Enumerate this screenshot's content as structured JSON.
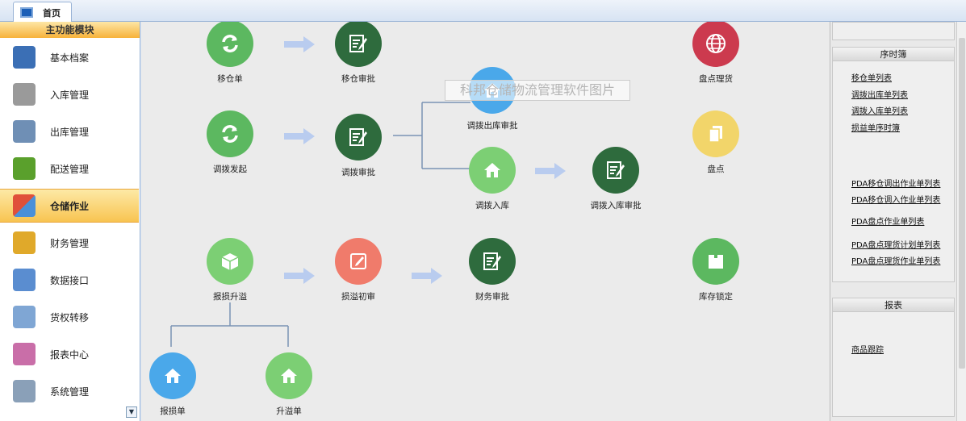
{
  "tabs": [
    {
      "label": "首页"
    }
  ],
  "sidebar": {
    "title": "主功能模块",
    "items": [
      {
        "label": "基本档案",
        "icon": "archive-icon",
        "color": "#3b6fb5"
      },
      {
        "label": "入库管理",
        "icon": "cart-add-icon",
        "color": "#8a8a8a"
      },
      {
        "label": "出库管理",
        "icon": "calculator-icon",
        "color": "#6f8fb5"
      },
      {
        "label": "配送管理",
        "icon": "fork-icon",
        "color": "#5aa02c"
      },
      {
        "label": "仓储作业",
        "icon": "grid-blocks-icon",
        "color": "#e0503a"
      },
      {
        "label": "财务管理",
        "icon": "coins-icon",
        "color": "#e0a92a"
      },
      {
        "label": "数据接口",
        "icon": "calendar-icon",
        "color": "#5a8dd0"
      },
      {
        "label": "货权转移",
        "icon": "table-icon",
        "color": "#7fa6d4"
      },
      {
        "label": "报表中心",
        "icon": "chart-icon",
        "color": "#c96ea8"
      },
      {
        "label": "系统管理",
        "icon": "tools-icon",
        "color": "#8aa0b8"
      }
    ]
  },
  "watermark": "科邦仓储物流管理软件图片",
  "flow": {
    "move_order": "移仓单",
    "move_approve": "移仓审批",
    "transfer_start": "调拨发起",
    "transfer_approve": "调拨审批",
    "transfer_out_approve": "调拨出库审批",
    "transfer_in": "调拨入库",
    "transfer_in_approve": "调拨入库审批",
    "loss_gain": "报损升溢",
    "loss_first_review": "损溢初审",
    "finance_approve": "财务审批",
    "loss_order": "报损单",
    "gain_order": "升溢单",
    "inventory_check_adjust": "盘点理货",
    "inventory_check": "盘点",
    "inventory_lock": "库存锁定"
  },
  "rightpanel": {
    "section1_title": "序时簿",
    "links1": [
      "移仓单列表",
      "调拨出库单列表",
      "调拨入库单列表",
      "损益单序时簿"
    ],
    "links2": [
      "PDA移仓调出作业单列表",
      "PDA移仓调入作业单列表",
      "PDA盘点作业单列表",
      "PDA盘点理货计划单列表",
      "PDA盘点理货作业单列表"
    ],
    "section2_title": "报表",
    "links3": [
      "商品跟踪"
    ]
  },
  "colors": {
    "green": "#5cb860",
    "dark_green": "#2e6b3d",
    "blue": "#4aa8ea",
    "salmon": "#f07b6b",
    "red": "#cc3a4e",
    "yellow": "#f2d56a",
    "light_green": "#7ccf74",
    "arrow": "#b9ccef"
  }
}
